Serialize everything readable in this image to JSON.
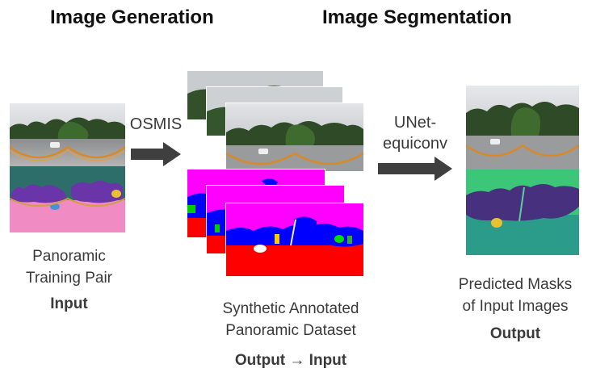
{
  "headings": {
    "left": "Image Generation",
    "right": "Image Segmentation"
  },
  "arrows": {
    "first": "OSMIS",
    "second_line1": "UNet-",
    "second_line2": "equiconv"
  },
  "labels": {
    "left_line1": "Panoramic",
    "left_line2": "Training Pair",
    "left_role": "Input",
    "middle_line1": "Synthetic Annotated",
    "middle_line2": "Panoramic Dataset",
    "middle_role": "Output → Input",
    "right_line1": "Predicted Masks",
    "right_line2": "of Input Images",
    "right_role": "Output"
  },
  "colors": {
    "arrow": "#3f3f3f",
    "input_mask_bg": "#2e6e6a",
    "input_mask_ground": "#f08bc3",
    "input_mask_object": "#6a35a8",
    "synthetic_sky": "#ff00ff",
    "synthetic_ground": "#ff0000",
    "synthetic_object": "#0000ff",
    "output_mask_top": "#3cc678",
    "output_mask_ground": "#2b9c8a",
    "output_mask_object": "#47307e"
  }
}
